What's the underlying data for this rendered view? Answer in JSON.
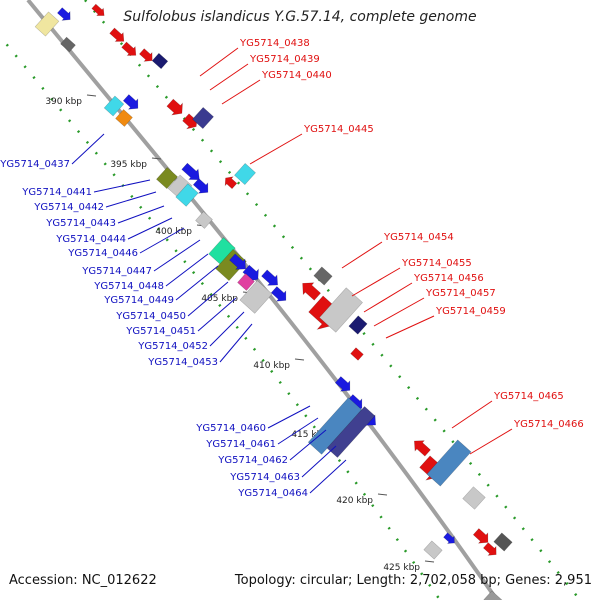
{
  "title": "Sulfolobus islandicus Y.G.57.14, complete genome",
  "footer": {
    "accession": "Accession: NC_012622",
    "summary": "Topology: circular; Length: 2,702,058 bp; Genes: 2,951"
  },
  "colors": {
    "forward_label": "#e01010",
    "reverse_label": "#1010c0",
    "backbone": "#a0a0a0",
    "gc_dots": "#2a9a2a"
  },
  "ticks": [
    "390 kbp",
    "395 kbp",
    "400 kbp",
    "405 kbp",
    "410 kbp",
    "415 kbp",
    "420 kbp",
    "425 kbp"
  ],
  "forward_labels": [
    "YG5714_0438",
    "YG5714_0439",
    "YG5714_0440",
    "YG5714_0445",
    "YG5714_0454",
    "YG5714_0455",
    "YG5714_0456",
    "YG5714_0457",
    "YG5714_0459",
    "YG5714_0465",
    "YG5714_0466"
  ],
  "reverse_labels": [
    "YG5714_0437",
    "YG5714_0441",
    "YG5714_0442",
    "YG5714_0443",
    "YG5714_0444",
    "YG5714_0446",
    "YG5714_0447",
    "YG5714_0448",
    "YG5714_0449",
    "YG5714_0450",
    "YG5714_0451",
    "YG5714_0452",
    "YG5714_0453",
    "YG5714_0460",
    "YG5714_0461",
    "YG5714_0462",
    "YG5714_0463",
    "YG5714_0464"
  ]
}
